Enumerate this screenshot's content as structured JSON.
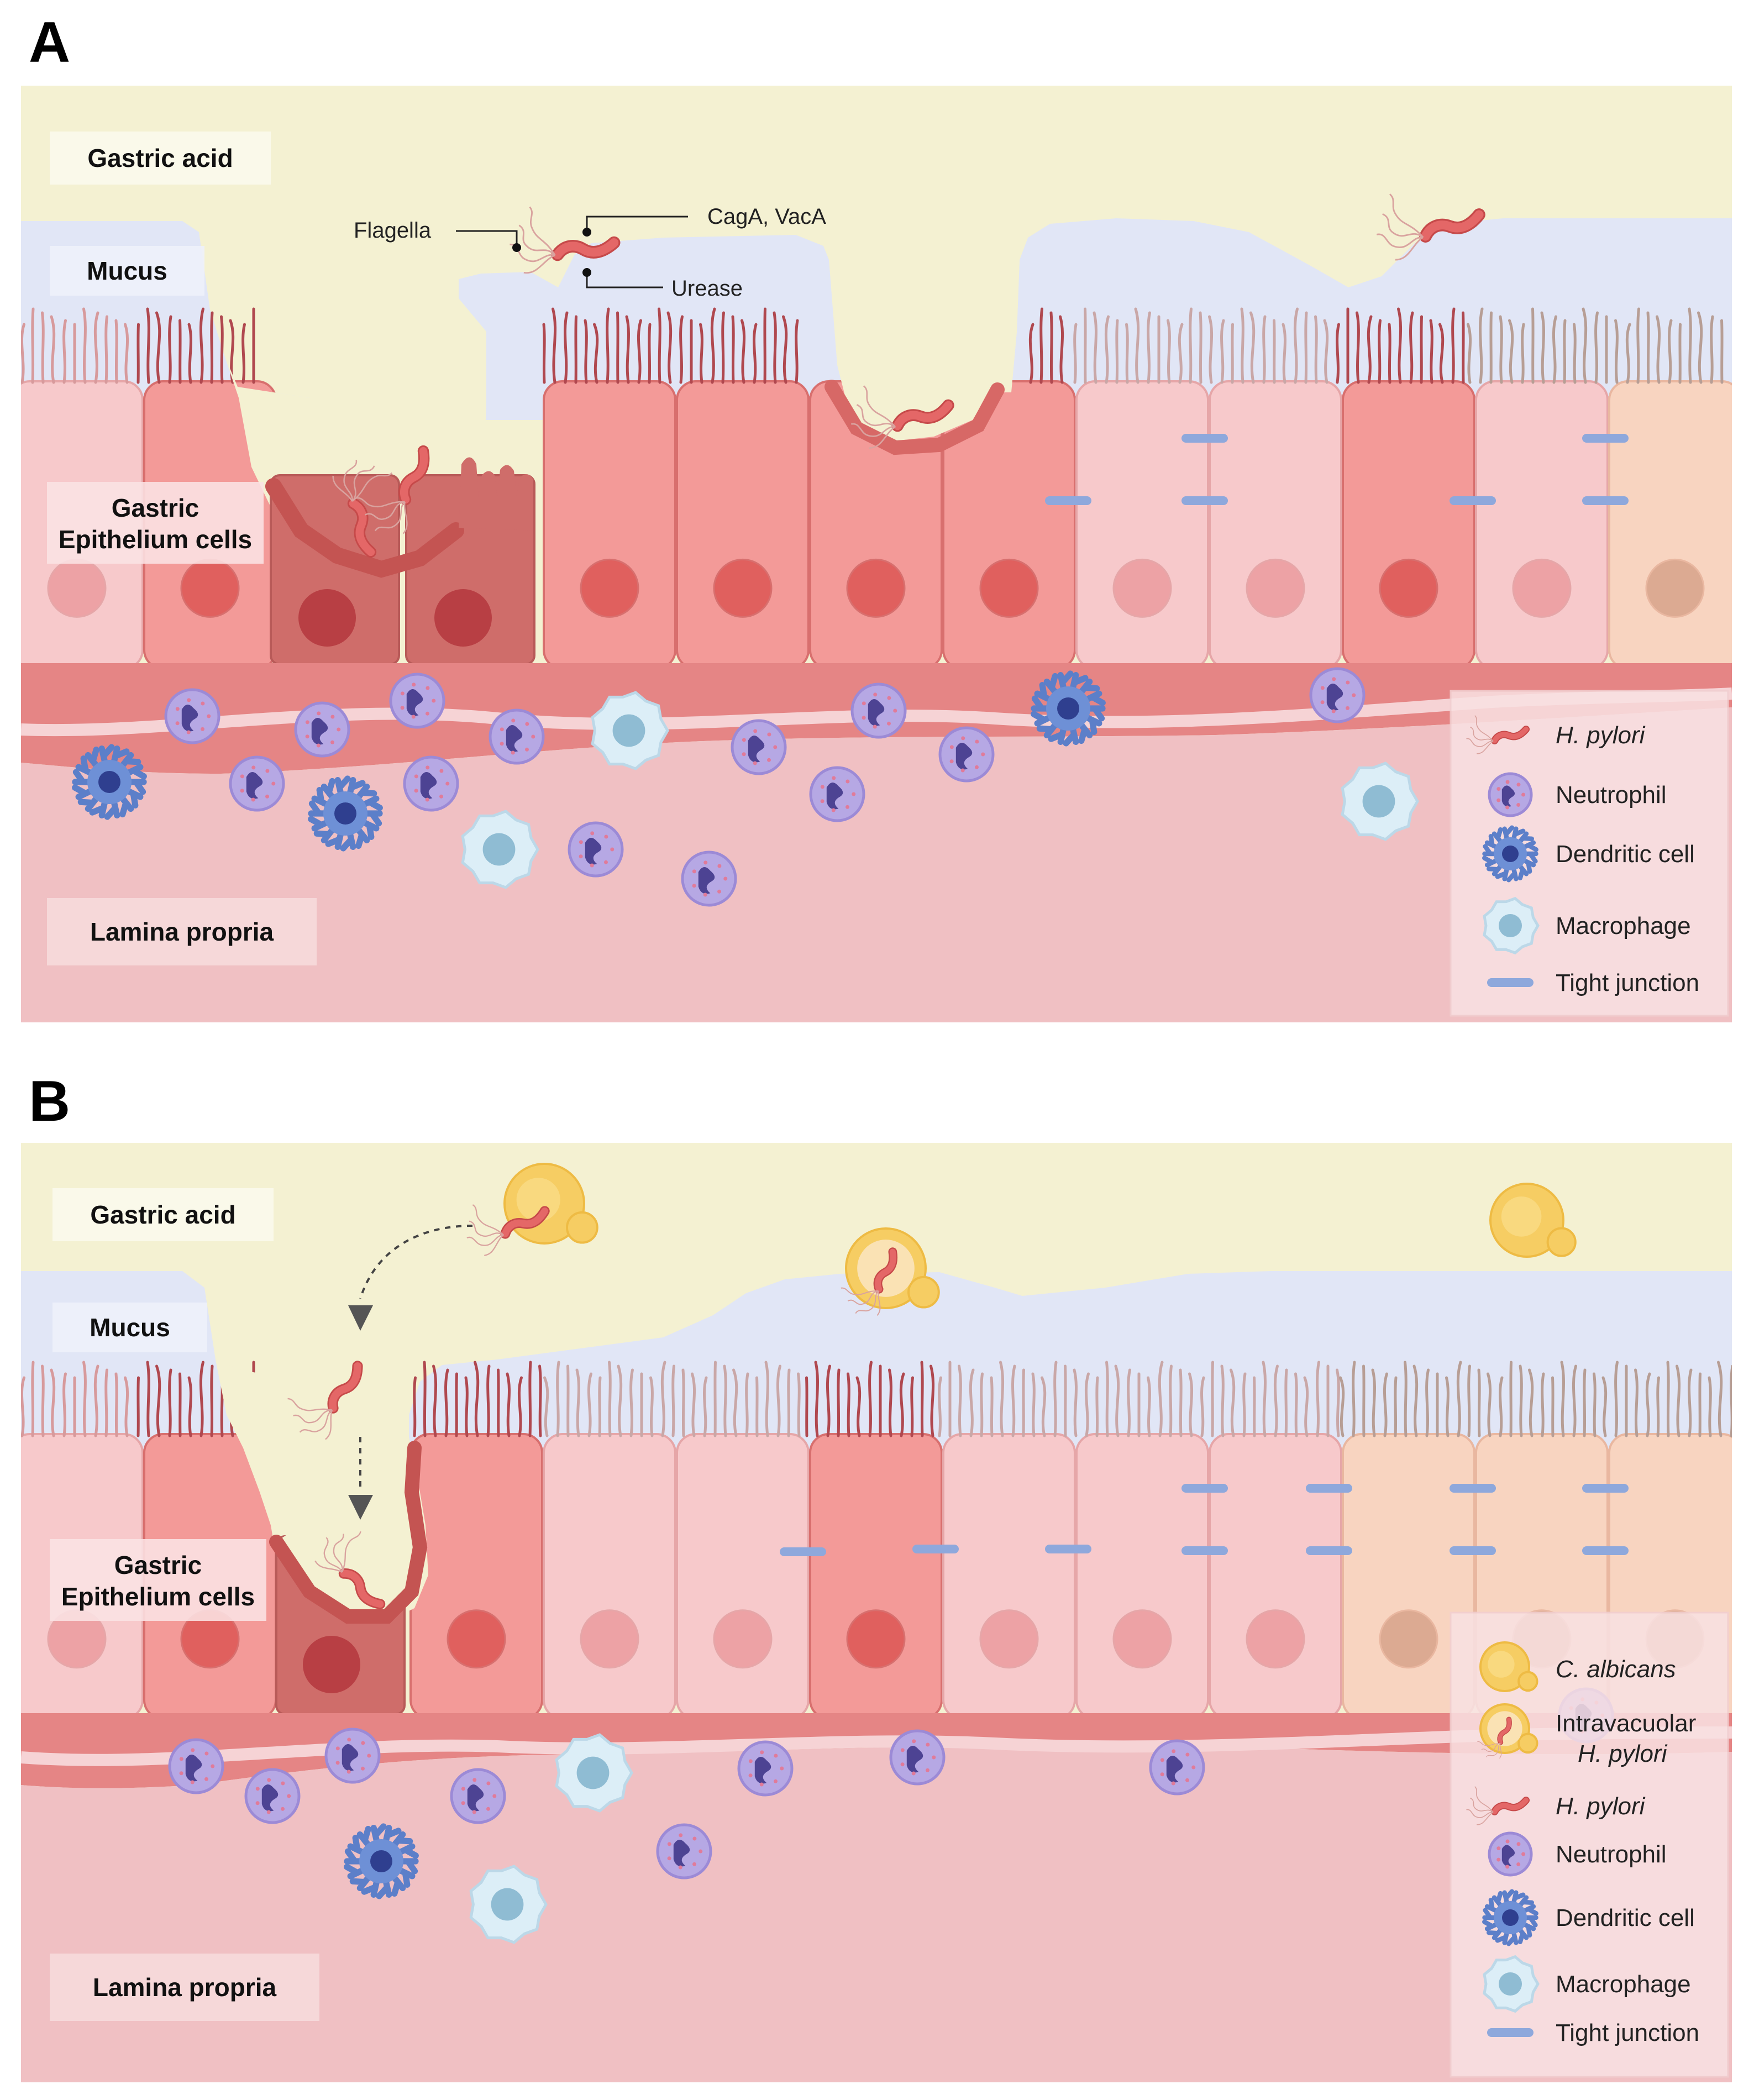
{
  "panels": [
    {
      "letter": "A",
      "regions": {
        "gastric_acid": "Gastric acid",
        "mucus": "Mucus",
        "epithelium_line1": "Gastric",
        "epithelium_line2": "Epithelium cells",
        "lamina_propria": "Lamina propria"
      },
      "annotations": {
        "flagella": "Flagella",
        "cag_vac": "CagA, VacA",
        "urease": "Urease"
      },
      "legend": [
        {
          "icon": "h-pylori-icon",
          "label": "H. pylori",
          "italic": true
        },
        {
          "icon": "neutrophil-icon",
          "label": "Neutrophil",
          "italic": false
        },
        {
          "icon": "dendritic-cell-icon",
          "label": "Dendritic cell",
          "italic": false
        },
        {
          "icon": "macrophage-icon",
          "label": "Macrophage",
          "italic": false
        },
        {
          "icon": "tight-junction-icon",
          "label": "Tight junction",
          "italic": false
        }
      ]
    },
    {
      "letter": "B",
      "regions": {
        "gastric_acid": "Gastric acid",
        "mucus": "Mucus",
        "epithelium_line1": "Gastric",
        "epithelium_line2": "Epithelium cells",
        "lamina_propria": "Lamina propria"
      },
      "legend": [
        {
          "icon": "c-albicans-icon",
          "label": "C. albicans",
          "italic": true
        },
        {
          "icon": "intravacuolar-h-pylori-icon",
          "label": "Intravacuolar",
          "label2": "H. pylori",
          "italic": false
        },
        {
          "icon": "h-pylori-icon",
          "label": "H. pylori",
          "italic": true
        },
        {
          "icon": "neutrophil-icon",
          "label": "Neutrophil",
          "italic": false
        },
        {
          "icon": "dendritic-cell-icon",
          "label": "Dendritic cell",
          "italic": false
        },
        {
          "icon": "macrophage-icon",
          "label": "Macrophage",
          "italic": false
        },
        {
          "icon": "tight-junction-icon",
          "label": "Tight junction",
          "italic": false
        }
      ]
    }
  ],
  "colors": {
    "gastric_acid": "#f4f1d2",
    "mucus": "#e1e6f6",
    "epithelium_cell": "#f39a98",
    "epithelium_light": "#f7c9cb",
    "epithelium_peach": "#f8d4c0",
    "damaged_cell": "#cf6d6a",
    "lamina_propria": "#f0c0c3",
    "basement_band": "#e58585",
    "neutrophil": "#b6a8e4",
    "dendritic_cell": "#5c7fc9",
    "macrophage": "#dceef7",
    "tight_junction": "#8ea8dc",
    "c_albicans": "#f6cd63",
    "h_pylori": "#e46767"
  }
}
